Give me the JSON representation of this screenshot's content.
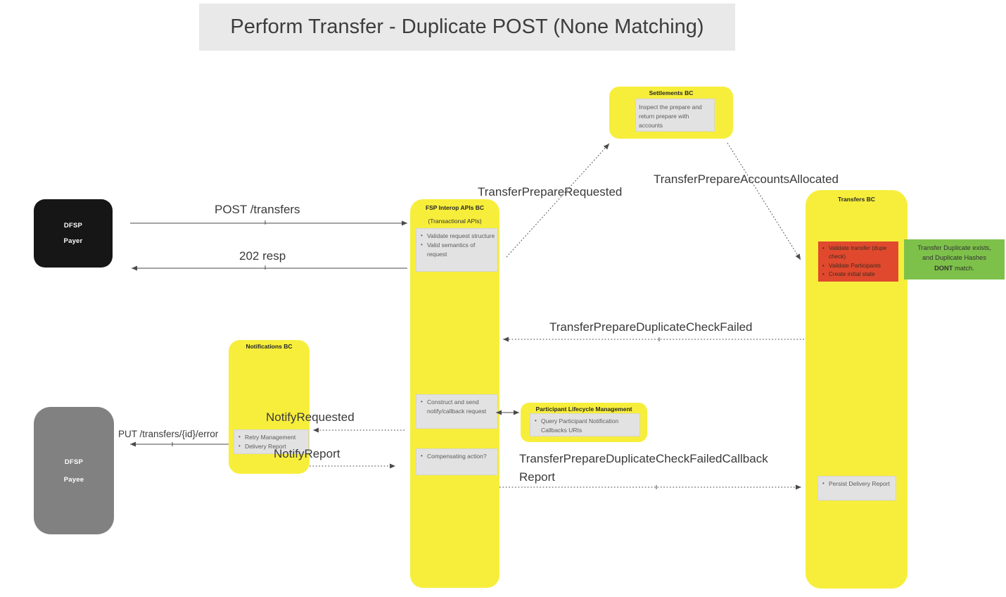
{
  "title": "Perform Transfer - Duplicate POST (None Matching)",
  "actors": {
    "payer": {
      "line1": "DFSP",
      "line2": "Payer"
    },
    "payee": {
      "line1": "DFSP",
      "line2": "Payee"
    }
  },
  "boxes": {
    "fsp": {
      "title": "FSP Interop APIs BC",
      "subtitle": "(Transactional APIs)",
      "validate_note": [
        "Validate request structure",
        "Valid semantics of request"
      ],
      "construct_note": [
        "Construct and send notify/callback request"
      ],
      "compensating_note": [
        "Compensating action?"
      ]
    },
    "settlements": {
      "title": "Settlements BC",
      "note": "Inspect the prepare and return prepare with accounts"
    },
    "transfers": {
      "title": "Transfers BC",
      "red_note": [
        "Validate transfer (dupe check)",
        "Validate Participants",
        "Create initial state"
      ],
      "persist_note": [
        "Persist Delivery Report"
      ]
    },
    "notifications": {
      "title": "Notifications BC",
      "note": [
        "Retry Management",
        "Delivery Report"
      ]
    },
    "participant": {
      "title": "Participant Lifecycle Management",
      "note": [
        "Query Participant Notification Callbacks URIs"
      ]
    }
  },
  "green_note": {
    "line1": "Transfer Duplicate exists,",
    "line2": "and Duplicate Hashes",
    "bold_word": "DONT",
    "line3_rest": " match."
  },
  "messages": {
    "post": "POST /transfers",
    "resp": "202 resp",
    "prepare_requested": "TransferPrepareRequested",
    "accounts_allocated": "TransferPrepareAccountsAllocated",
    "dup_check_failed": "TransferPrepareDuplicateCheckFailed",
    "notify_requested": "NotifyRequested",
    "notify_report": "NotifyReport",
    "put_error": "PUT /transfers/{id}/error",
    "callback_report_line1": "TransferPrepareDuplicateCheckFailedCallback",
    "callback_report_line2": "Report"
  },
  "colors": {
    "yellow": "#f7ee3c",
    "red": "#e0492e",
    "green": "#7dc14a",
    "note_gray": "#e2e2e2",
    "title_bg": "#e9e9e9",
    "payer_bg": "#161616",
    "payee_bg": "#818181",
    "line": "#4a4a4a"
  }
}
